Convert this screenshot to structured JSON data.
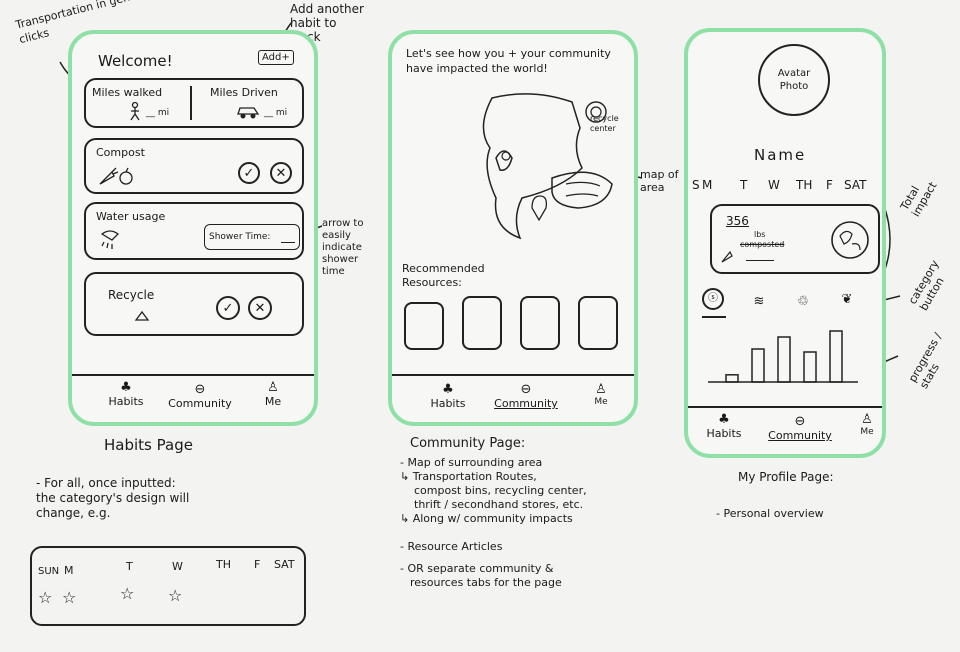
{
  "annotations": {
    "transport": "Transportation in gen. w/ clicks",
    "add_habit": "Add another habit to track",
    "arrow_note": "arrow to easily indicate shower time",
    "map_area": "map of area",
    "recycle_center": "recycle center",
    "total_impact": "Total impact",
    "category_button": "category button",
    "progress": "progress / stats"
  },
  "habits_page": {
    "welcome": "Welcome!",
    "add_button": "Add+",
    "miles_walked": "Miles walked",
    "miles_driven": "Miles Driven",
    "walked_unit": "mi",
    "driven_unit": "mi",
    "compost": "Compost",
    "water_usage": "Water usage",
    "shower_time": "Shower Time:",
    "recycle": "Recycle",
    "check": "✓",
    "cross": "✕",
    "nav": [
      "Habits",
      "Community",
      "Me"
    ],
    "caption": "Habits Page",
    "notes": [
      "- For all, once inputted:",
      "the category's design will",
      "change, e.g."
    ],
    "week_days": [
      "SUN",
      "M",
      "T",
      "W",
      "TH",
      "F",
      "SAT"
    ]
  },
  "community_page": {
    "headline": [
      "Let's see how you + your community",
      "have impacted the world!"
    ],
    "recommended": [
      "Recommended",
      "Resources:"
    ],
    "nav": [
      "Habits",
      "Community",
      "Me"
    ],
    "caption": "Community Page:",
    "notes": [
      "- Map of surrounding area",
      "↳ Transportation Routes,",
      "compost bins, recycling center,",
      "thrift / secondhand stores, etc.",
      "↳ Along w/ community impacts",
      "- Resource Articles",
      "- OR separate community &",
      "resources tabs for the page"
    ]
  },
  "profile_page": {
    "avatar": [
      "Avatar",
      "Photo"
    ],
    "name": "Name",
    "days": [
      "S",
      "M",
      "T",
      "W",
      "TH",
      "F",
      "SAT"
    ],
    "stat_value": "356",
    "stat_label": "composted",
    "stat_unit": "lbs",
    "nav": [
      "Habits",
      "Community",
      "Me"
    ],
    "caption": "My Profile Page:",
    "notes": [
      "- Personal overview"
    ],
    "progress_bars": [
      0.12,
      0.55,
      0.75,
      0.5,
      0.85
    ]
  },
  "colors": {
    "frame": "#8fe0a6",
    "ink": "#222222"
  }
}
